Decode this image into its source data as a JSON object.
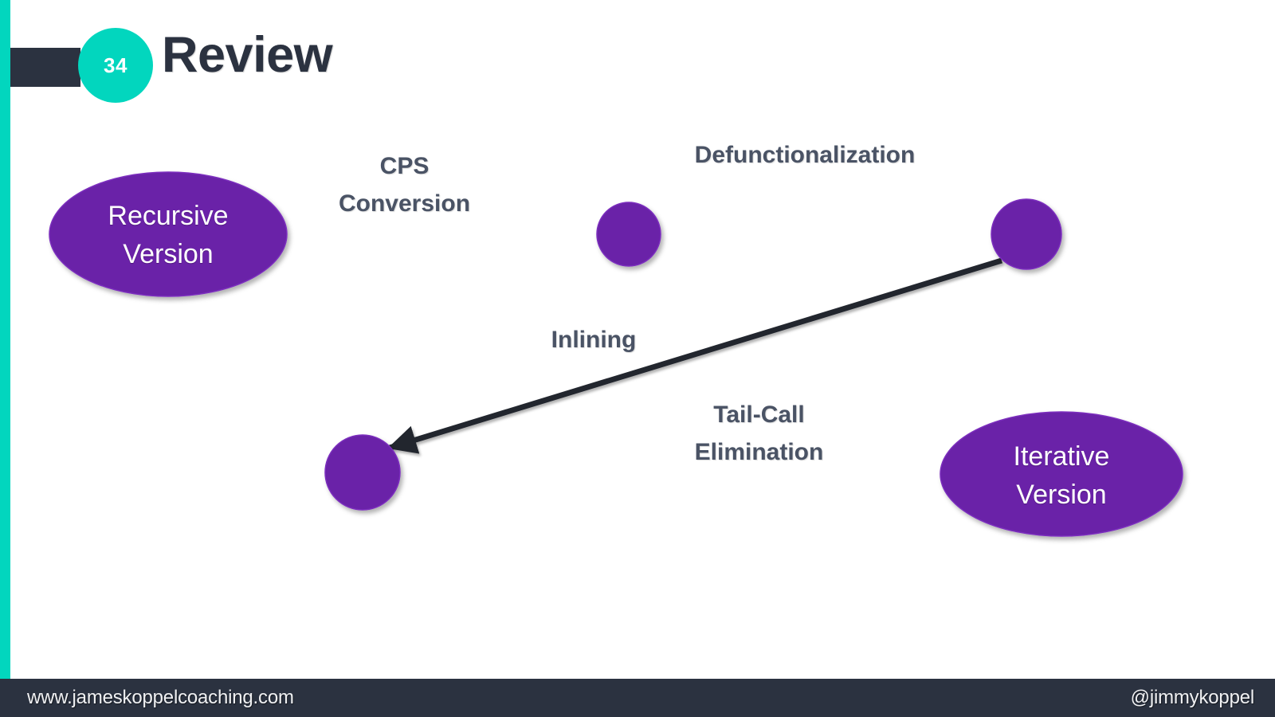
{
  "slide": {
    "number": "34",
    "title": "Review",
    "accent_color": "#02D6BE",
    "dark_color": "#2B3240",
    "node_color": "#6B21A8",
    "edge_color": "#23272F",
    "label_color": "#4A5365",
    "background": "#ffffff"
  },
  "diagram": {
    "nodes": [
      {
        "id": "recursive",
        "type": "ellipse",
        "label": "Recursive\nVersion",
        "line1": "Recursive",
        "line2": "Version"
      },
      {
        "id": "cps-node",
        "type": "circle",
        "label": ""
      },
      {
        "id": "defunc-node",
        "type": "circle",
        "label": ""
      },
      {
        "id": "inlined-node",
        "type": "circle",
        "label": ""
      },
      {
        "id": "iterative",
        "type": "ellipse",
        "label": "Iterative\nVersion",
        "line1": "Iterative",
        "line2": "Version"
      }
    ],
    "edges": [
      {
        "id": "cps-conversion",
        "from": "recursive",
        "to": "cps-node",
        "line1": "CPS",
        "line2": "Conversion"
      },
      {
        "id": "defunctionalization",
        "from": "cps-node",
        "to": "defunc-node",
        "line1": "Defunctionalization",
        "line2": ""
      },
      {
        "id": "inlining",
        "from": "defunc-node",
        "to": "inlined-node",
        "line1": "Inlining",
        "line2": ""
      },
      {
        "id": "tail-call-elimination",
        "from": "inlined-node",
        "to": "iterative",
        "line1": "Tail-Call",
        "line2": "Elimination"
      }
    ]
  },
  "footer": {
    "website": "www.jameskoppelcoaching.com",
    "handle": "@jimmykoppel"
  }
}
